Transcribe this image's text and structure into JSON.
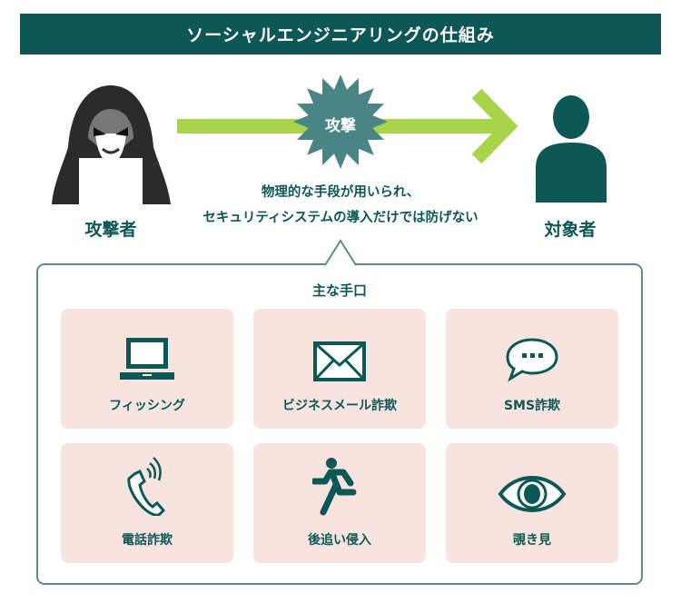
{
  "title": "ソーシャルエンジニアリングの仕組み",
  "attacker_label": "攻撃者",
  "target_label": "対象者",
  "attack_label": "攻撃",
  "caption": [
    "物理的な手段が用いられ、",
    "セキュリティシステムの導入だけでは防げない"
  ],
  "methods_title": "主な手口",
  "methods": [
    {
      "label": "フィッシング",
      "icon": "laptop-icon"
    },
    {
      "label": "ビジネスメール詐欺",
      "icon": "envelope-icon"
    },
    {
      "label": "SMS詐欺",
      "icon": "chat-bubble-icon"
    },
    {
      "label": "電話詐欺",
      "icon": "phone-icon"
    },
    {
      "label": "後追い侵入",
      "icon": "running-person-icon"
    },
    {
      "label": "覗き見",
      "icon": "eye-icon"
    }
  ],
  "colors": {
    "primary": "#0d5757",
    "arrow": "#a8d44a",
    "burst": "#4a8585",
    "card": "#f7e4df"
  }
}
